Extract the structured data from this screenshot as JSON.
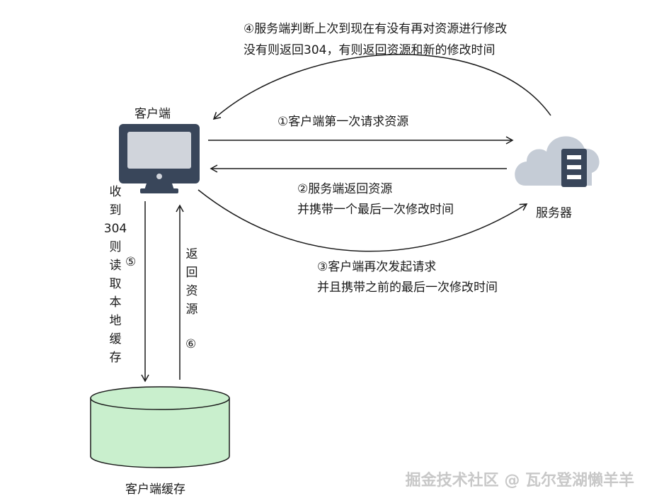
{
  "step4": {
    "line1": "④服务端判断上次到现在有没有再对资源进行修改",
    "line2": "没有则返回304，有则返回资源和新的修改时间"
  },
  "client_label": "客户端",
  "server_label": "服务器",
  "cache_label": "客户端缓存",
  "step1": "①客户端第一次请求资源",
  "step2": {
    "line1": "②服务端返回资源",
    "line2": "并携带一个最后一次修改时间"
  },
  "step3": {
    "line1": "③客户端再次发起请求",
    "line2": "并且携带之前的最后一次修改时间"
  },
  "step5": {
    "vertical_text": "收到304则读取本地缓存",
    "marker": "⑤"
  },
  "step6": {
    "vertical_text": "返回资源",
    "marker": "⑥"
  },
  "watermark": "掘金技术社区 @ 瓦尔登湖懒羊羊",
  "icons": {
    "client": "monitor-icon",
    "server": "cloud-server-icon",
    "cache": "database-cylinder-icon"
  },
  "colors": {
    "monitor_frame": "#39465a",
    "monitor_screen": "#d0d4db",
    "cloud": "#c5ccd6",
    "server_box": "#39465a",
    "cylinder_fill": "#c9efcd",
    "stroke": "#1a1a1a"
  }
}
